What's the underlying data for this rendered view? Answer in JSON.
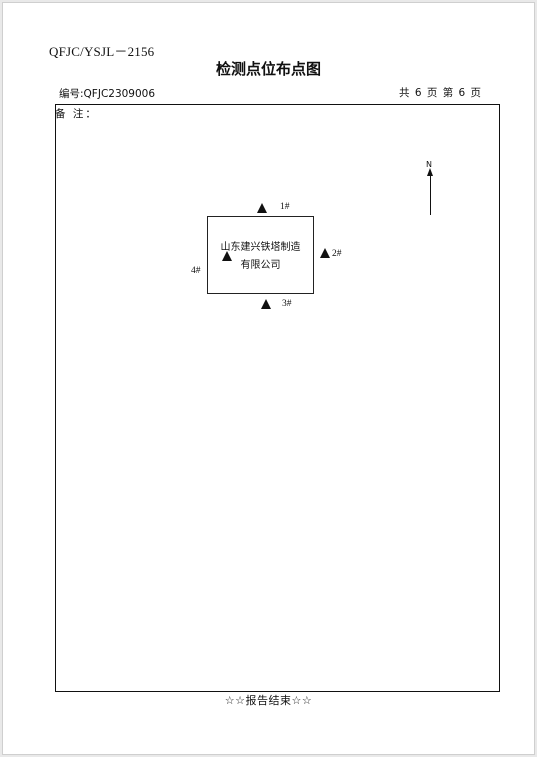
{
  "header": {
    "doc_code": "QFJC/YSJL－2156",
    "title": "检测点位布点图",
    "serial": "编号:QFJC2309006",
    "pages": "共 6 页   第 6 页"
  },
  "body": {
    "remark_label": "备  注：",
    "company_line1": "山东建兴铁塔制造",
    "company_line2": "有限公司",
    "north": "N",
    "points": [
      "1#",
      "2#",
      "3#",
      "4#"
    ]
  },
  "footer": {
    "end_note": "☆☆报告结束☆☆"
  }
}
